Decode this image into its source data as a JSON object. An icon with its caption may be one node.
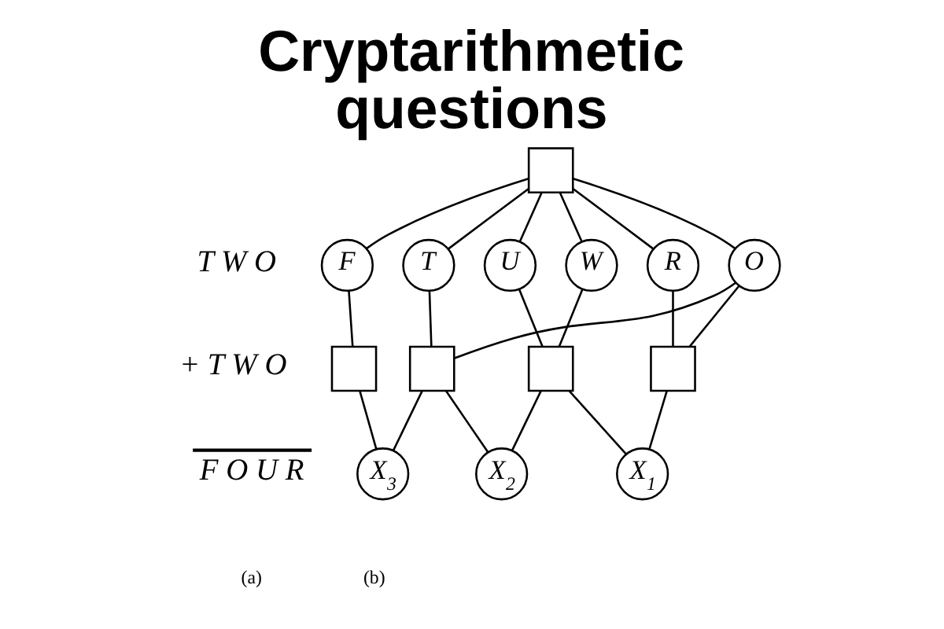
{
  "diagram": {
    "title": "Cryptarithmetic questions",
    "nodes": [
      {
        "text": [],
        "shape": "box"
      },
      {
        "text": [
          "F"
        ]
      },
      {
        "text": [
          "T"
        ]
      },
      {
        "text": [
          "U"
        ]
      },
      {
        "text": [
          "W"
        ]
      },
      {
        "text": [
          "R"
        ]
      },
      {
        "text": [
          "O"
        ]
      },
      {
        "text": [],
        "shape": "box"
      },
      {
        "text": [],
        "shape": "box"
      },
      {
        "text": [],
        "shape": "box"
      },
      {
        "text": [],
        "shape": "box"
      },
      {
        "text": [
          "X$_{3}$"
        ]
      },
      {
        "text": [
          "X$_{2}$"
        ]
      },
      {
        "text": [
          "X$_{1}$"
        ]
      }
    ],
    "edges": [
      {
        "from": 0,
        "to": 1,
        "arrow": "none"
      },
      {
        "from": 0,
        "to": 2,
        "arrow": "none"
      },
      {
        "from": 0,
        "to": 3,
        "arrow": "none"
      },
      {
        "from": 0,
        "to": 4,
        "arrow": "none"
      },
      {
        "from": 0,
        "to": 5,
        "arrow": "none"
      },
      {
        "from": 0,
        "to": 6,
        "arrow": "none"
      },
      {
        "from": 1,
        "to": 7,
        "arrow": "none"
      },
      {
        "from": 2,
        "to": 8,
        "arrow": "none"
      },
      {
        "from": 6,
        "to": 8,
        "arrow": "none"
      },
      {
        "from": 3,
        "to": 9,
        "arrow": "none"
      },
      {
        "from": 4,
        "to": 9,
        "arrow": "none"
      },
      {
        "from": 5,
        "to": 10,
        "arrow": "none"
      },
      {
        "from": 6,
        "to": 10,
        "arrow": "none"
      },
      {
        "from": 7,
        "to": 11,
        "arrow": "none"
      },
      {
        "from": 8,
        "to": 11,
        "arrow": "none"
      },
      {
        "from": 8,
        "to": 12,
        "arrow": "none"
      },
      {
        "from": 9,
        "to": 12,
        "arrow": "none"
      },
      {
        "from": 9,
        "to": 13,
        "arrow": "none"
      },
      {
        "from": 10,
        "to": 13,
        "arrow": "none"
      }
    ],
    "labels": [
      "T W O",
      "+ T W O",
      "F O U R",
      "(a)",
      "(b)"
    ]
  }
}
